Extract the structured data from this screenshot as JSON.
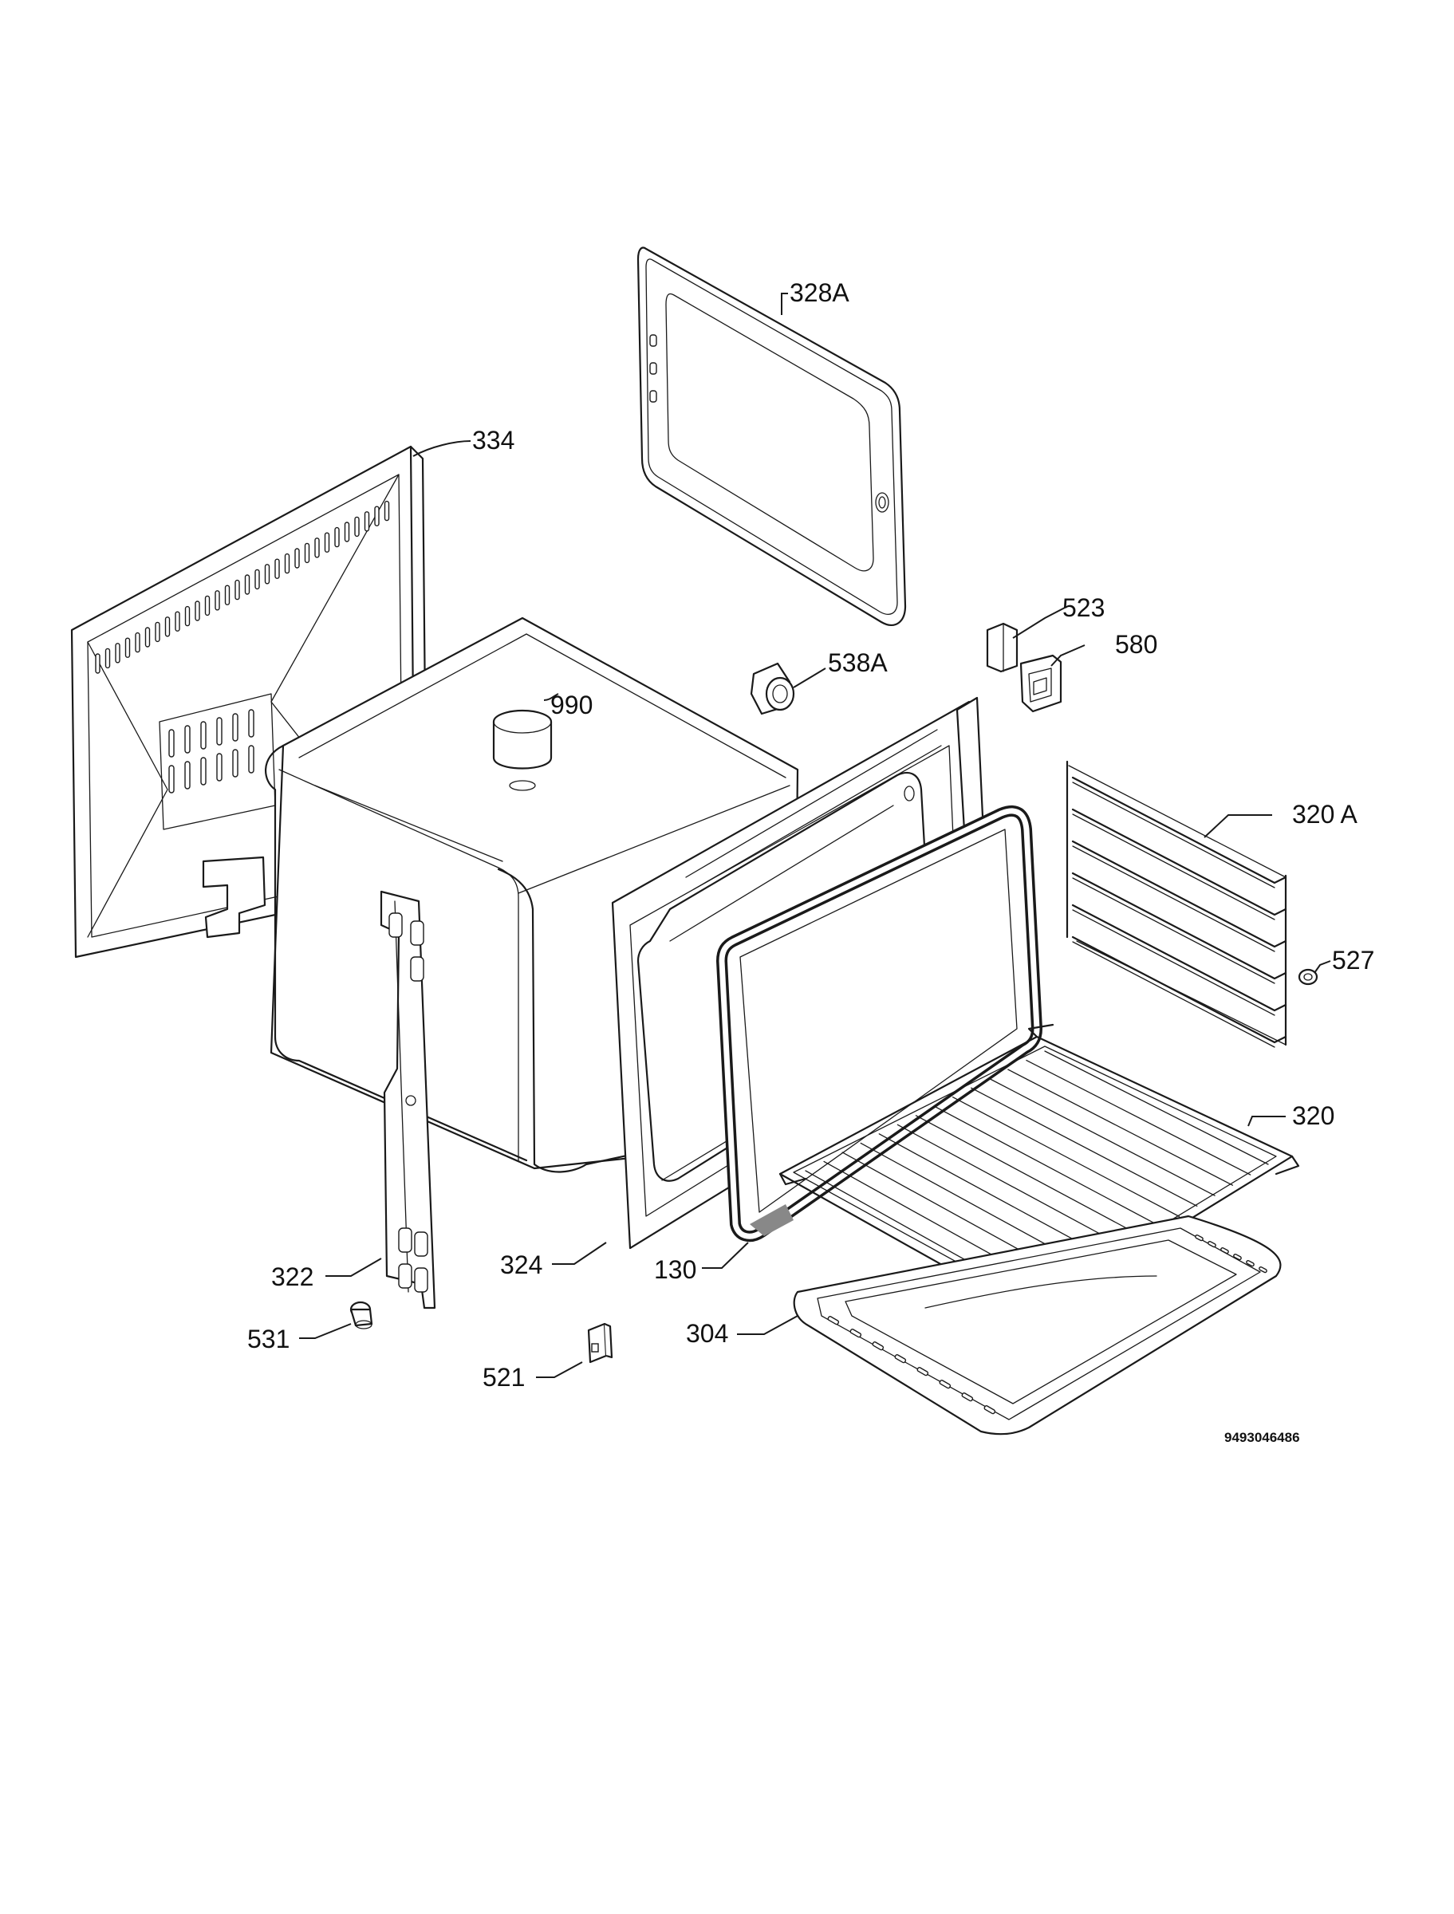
{
  "diagram": {
    "document_number": "9493046486",
    "colors": {
      "line": "#1a1a1a",
      "background": "#ffffff"
    },
    "parts": [
      {
        "key": "p328A",
        "label": "328A"
      },
      {
        "key": "p334",
        "label": "334"
      },
      {
        "key": "p990",
        "label": "990"
      },
      {
        "key": "p523",
        "label": "523"
      },
      {
        "key": "p538A",
        "label": "538A"
      },
      {
        "key": "p580",
        "label": "580"
      },
      {
        "key": "p320A",
        "label": "320 A"
      },
      {
        "key": "p527",
        "label": "527"
      },
      {
        "key": "p320",
        "label": "320"
      },
      {
        "key": "p324",
        "label": "324"
      },
      {
        "key": "p130",
        "label": "130"
      },
      {
        "key": "p322",
        "label": "322"
      },
      {
        "key": "p304",
        "label": "304"
      },
      {
        "key": "p531",
        "label": "531"
      },
      {
        "key": "p521",
        "label": "521"
      }
    ]
  }
}
